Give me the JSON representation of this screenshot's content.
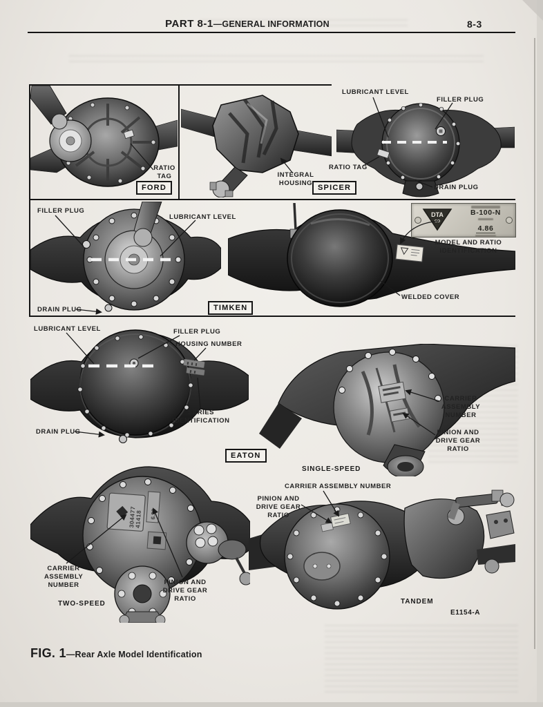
{
  "header": {
    "part": "PART 8-1",
    "section": "—GENERAL INFORMATION",
    "page_number": "8-3"
  },
  "footer": {
    "fig": "FIG. 1",
    "caption": "—Rear Axle Model Identification"
  },
  "figure_code": "E1154-A",
  "maker_boxes": {
    "ford": "FORD",
    "spicer": "SPICER",
    "timken": "TIMKEN",
    "eaton": "EATON"
  },
  "captions": {
    "single_speed": "SINGLE-SPEED",
    "two_speed": "TWO-SPEED",
    "tandem": "TANDEM"
  },
  "callouts": {
    "ford_ratio_tag": "RATIO\nTAG",
    "integral_housing": "INTEGRAL\nHOUSING",
    "spicer_lubricant_level": "LUBRICANT LEVEL",
    "spicer_filler_plug": "FILLER PLUG",
    "spicer_ratio_tag": "RATIO TAG",
    "spicer_drain_plug": "DRAIN PLUG",
    "timken_filler_plug": "FILLER PLUG",
    "timken_lubricant_level": "LUBRICANT LEVEL",
    "timken_drain_plug": "DRAIN PLUG",
    "model_ratio_identification": "MODEL AND RATIO\nIDENTIFICATION",
    "welded_cover": "WELDED COVER",
    "eaton_lubricant_level": "LUBRICANT LEVEL",
    "eaton_filler_plug": "FILLER PLUG",
    "housing_number": "HOUSING NUMBER",
    "series_identification": "SERIES\nIDENTIFICATION",
    "eaton_drain_plug": "DRAIN PLUG",
    "single_speed_carrier_assembly_number": "CARRIER\nASSEMBLY\nNUMBER",
    "single_speed_pinion_ratio": "PINION AND\nDRIVE GEAR\nRATIO",
    "two_speed_carrier_assembly_number": "CARRIER\nASSEMBLY\nNUMBER",
    "two_speed_pinion_ratio": "PINION AND\nDRIVE GEAR\nRATIO",
    "tandem_carrier_assembly_number": "CARRIER ASSEMBLY NUMBER",
    "tandem_pinion_ratio": "PINION AND\nDRIVE GEAR\nRATIO"
  },
  "ratio_plate": {
    "logo": "DTA",
    "logo_sub": "CO",
    "model": "B-100-N",
    "ratio_value": "4.86"
  },
  "stamps": {
    "two_speed_carrier_line1": "304477",
    "two_speed_carrier_line2": "41418",
    "two_speed_ratio": "6.33"
  },
  "colors": {
    "paper": "#ebe8e3",
    "ink": "#1c1c1c",
    "border": "#141414",
    "plate_metal": "#c6c3b9"
  }
}
